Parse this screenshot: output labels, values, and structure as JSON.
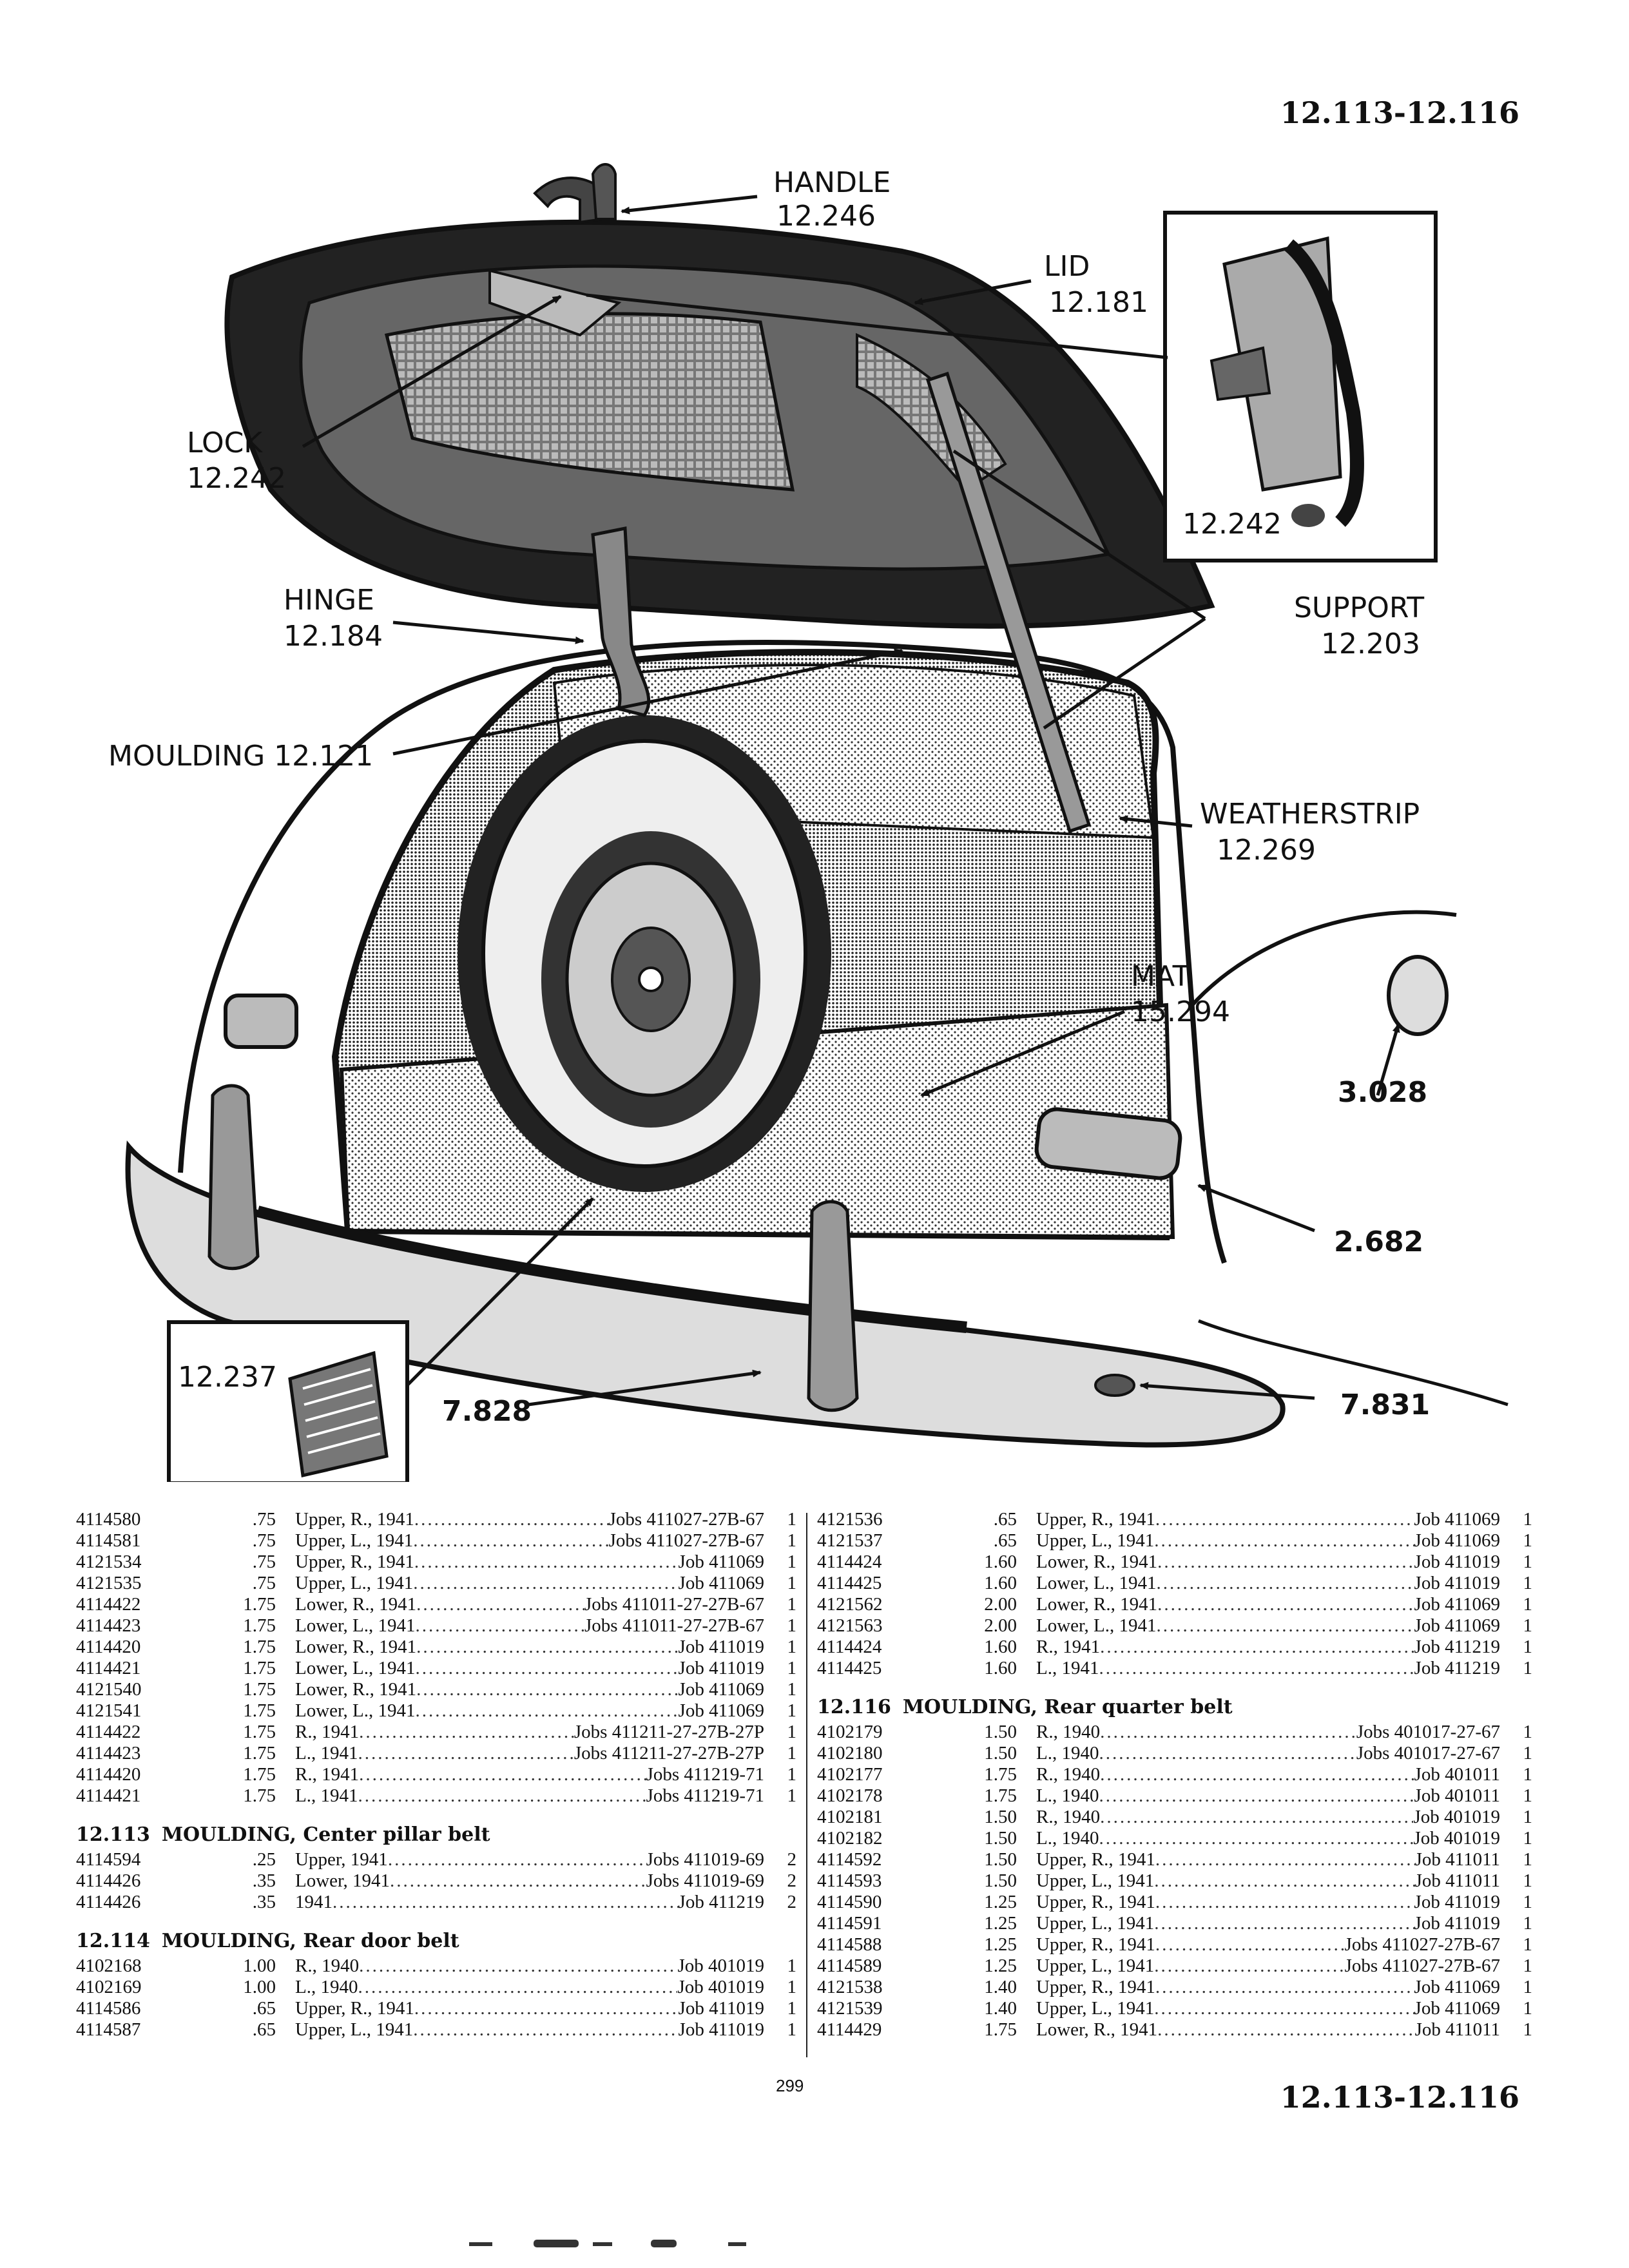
{
  "header": {
    "code": "12.113-12.116"
  },
  "footer": {
    "code": "12.113-12.116",
    "page_number": "299"
  },
  "callouts": {
    "handle": {
      "name": "HANDLE",
      "num": "12.246"
    },
    "lid": {
      "name": "LID",
      "num": "12.181"
    },
    "lock": {
      "name": "LOCK",
      "num": "12.242"
    },
    "lock_inset": "12.242",
    "hinge": {
      "name": "HINGE",
      "num": "12.184"
    },
    "support": {
      "name": "SUPPORT",
      "num": "12.203"
    },
    "moulding": "MOULDING 12.121",
    "weatherstrip": {
      "name": "WEATHERSTRIP",
      "num": "12.269"
    },
    "mat": {
      "name": "MAT",
      "num": "15.294"
    },
    "c3028": "3.028",
    "c2682": "2.682",
    "c12237": "12.237",
    "c7828": "7.828",
    "c7831": "7.831"
  },
  "left_column": {
    "rows_a": [
      {
        "part": "4114580",
        "price": ".75",
        "desc": "Upper, R., 1941",
        "job": "Jobs 411027-27B-67",
        "qty": "1"
      },
      {
        "part": "4114581",
        "price": ".75",
        "desc": "Upper, L., 1941",
        "job": "Jobs 411027-27B-67",
        "qty": "1"
      },
      {
        "part": "4121534",
        "price": ".75",
        "desc": "Upper, R., 1941",
        "job": "Job 411069",
        "qty": "1"
      },
      {
        "part": "4121535",
        "price": ".75",
        "desc": "Upper, L., 1941",
        "job": "Job 411069",
        "qty": "1"
      },
      {
        "part": "4114422",
        "price": "1.75",
        "desc": "Lower, R., 1941",
        "job": "Jobs 411011-27-27B-67",
        "qty": "1"
      },
      {
        "part": "4114423",
        "price": "1.75",
        "desc": "Lower, L., 1941",
        "job": "Jobs 411011-27-27B-67",
        "qty": "1"
      },
      {
        "part": "4114420",
        "price": "1.75",
        "desc": "Lower, R., 1941",
        "job": "Job 411019",
        "qty": "1"
      },
      {
        "part": "4114421",
        "price": "1.75",
        "desc": "Lower, L., 1941",
        "job": "Job 411019",
        "qty": "1"
      },
      {
        "part": "4121540",
        "price": "1.75",
        "desc": "Lower, R., 1941",
        "job": "Job 411069",
        "qty": "1"
      },
      {
        "part": "4121541",
        "price": "1.75",
        "desc": "Lower, L., 1941",
        "job": "Job 411069",
        "qty": "1"
      },
      {
        "part": "4114422",
        "price": "1.75",
        "desc": "R., 1941",
        "job": "Jobs 411211-27-27B-27P",
        "qty": "1"
      },
      {
        "part": "4114423",
        "price": "1.75",
        "desc": "L., 1941",
        "job": "Jobs 411211-27-27B-27P",
        "qty": "1"
      },
      {
        "part": "4114420",
        "price": "1.75",
        "desc": "R., 1941",
        "job": "Jobs 411219-71",
        "qty": "1"
      },
      {
        "part": "4114421",
        "price": "1.75",
        "desc": "L., 1941",
        "job": "Jobs 411219-71",
        "qty": "1"
      }
    ],
    "section_113": {
      "num": "12.113",
      "title": "MOULDING, Center pillar belt"
    },
    "rows_b": [
      {
        "part": "4114594",
        "price": ".25",
        "desc": "Upper, 1941",
        "job": "Jobs 411019-69",
        "qty": "2"
      },
      {
        "part": "4114426",
        "price": ".35",
        "desc": "Lower, 1941",
        "job": "Jobs 411019-69",
        "qty": "2"
      },
      {
        "part": "4114426",
        "price": ".35",
        "desc": "1941",
        "job": "Job 411219",
        "qty": "2"
      }
    ],
    "section_114": {
      "num": "12.114",
      "title": "MOULDING, Rear door belt"
    },
    "rows_c": [
      {
        "part": "4102168",
        "price": "1.00",
        "desc": "R., 1940",
        "job": "Job 401019",
        "qty": "1"
      },
      {
        "part": "4102169",
        "price": "1.00",
        "desc": "L., 1940",
        "job": "Job 401019",
        "qty": "1"
      },
      {
        "part": "4114586",
        "price": ".65",
        "desc": "Upper, R., 1941",
        "job": "Job 411019",
        "qty": "1"
      },
      {
        "part": "4114587",
        "price": ".65",
        "desc": "Upper, L., 1941",
        "job": "Job 411019",
        "qty": "1"
      }
    ]
  },
  "right_column": {
    "rows_a": [
      {
        "part": "4121536",
        "price": ".65",
        "desc": "Upper, R., 1941",
        "job": "Job 411069",
        "qty": "1"
      },
      {
        "part": "4121537",
        "price": ".65",
        "desc": "Upper, L., 1941",
        "job": "Job 411069",
        "qty": "1"
      },
      {
        "part": "4114424",
        "price": "1.60",
        "desc": "Lower, R., 1941",
        "job": "Job 411019",
        "qty": "1"
      },
      {
        "part": "4114425",
        "price": "1.60",
        "desc": "Lower, L., 1941",
        "job": "Job 411019",
        "qty": "1"
      },
      {
        "part": "4121562",
        "price": "2.00",
        "desc": "Lower, R., 1941",
        "job": "Job 411069",
        "qty": "1"
      },
      {
        "part": "4121563",
        "price": "2.00",
        "desc": "Lower, L., 1941",
        "job": "Job 411069",
        "qty": "1"
      },
      {
        "part": "4114424",
        "price": "1.60",
        "desc": "R., 1941",
        "job": "Job 411219",
        "qty": "1"
      },
      {
        "part": "4114425",
        "price": "1.60",
        "desc": "L., 1941",
        "job": "Job 411219",
        "qty": "1"
      }
    ],
    "section_116": {
      "num": "12.116",
      "title": "MOULDING, Rear quarter belt"
    },
    "rows_b": [
      {
        "part": "4102179",
        "price": "1.50",
        "desc": "R., 1940",
        "job": "Jobs 401017-27-67",
        "qty": "1"
      },
      {
        "part": "4102180",
        "price": "1.50",
        "desc": "L., 1940",
        "job": "Jobs 401017-27-67",
        "qty": "1"
      },
      {
        "part": "4102177",
        "price": "1.75",
        "desc": "R., 1940",
        "job": "Job 401011",
        "qty": "1"
      },
      {
        "part": "4102178",
        "price": "1.75",
        "desc": "L., 1940",
        "job": "Job 401011",
        "qty": "1"
      },
      {
        "part": "4102181",
        "price": "1.50",
        "desc": "R., 1940",
        "job": "Job 401019",
        "qty": "1"
      },
      {
        "part": "4102182",
        "price": "1.50",
        "desc": "L., 1940",
        "job": "Job 401019",
        "qty": "1"
      },
      {
        "part": "4114592",
        "price": "1.50",
        "desc": "Upper, R., 1941",
        "job": "Job 411011",
        "qty": "1"
      },
      {
        "part": "4114593",
        "price": "1.50",
        "desc": "Upper, L., 1941",
        "job": "Job 411011",
        "qty": "1"
      },
      {
        "part": "4114590",
        "price": "1.25",
        "desc": "Upper, R., 1941",
        "job": "Job 411019",
        "qty": "1"
      },
      {
        "part": "4114591",
        "price": "1.25",
        "desc": "Upper, L., 1941",
        "job": "Job 411019",
        "qty": "1"
      },
      {
        "part": "4114588",
        "price": "1.25",
        "desc": "Upper, R., 1941",
        "job": "Jobs 411027-27B-67",
        "qty": "1"
      },
      {
        "part": "4114589",
        "price": "1.25",
        "desc": "Upper, L., 1941",
        "job": "Jobs 411027-27B-67",
        "qty": "1"
      },
      {
        "part": "4121538",
        "price": "1.40",
        "desc": "Upper, R., 1941",
        "job": "Job 411069",
        "qty": "1"
      },
      {
        "part": "4121539",
        "price": "1.40",
        "desc": "Upper, L., 1941",
        "job": "Job 411069",
        "qty": "1"
      },
      {
        "part": "4114429",
        "price": "1.75",
        "desc": "Lower, R., 1941",
        "job": "Job 411011",
        "qty": "1"
      }
    ]
  }
}
